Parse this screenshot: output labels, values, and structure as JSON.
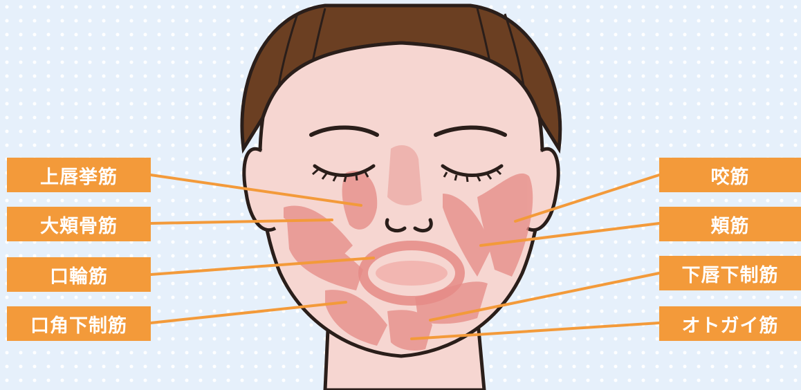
{
  "labels": {
    "left": [
      "上唇挙筋",
      "大頬骨筋",
      "口輪筋",
      "口角下制筋"
    ],
    "right": [
      "咬筋",
      "頬筋",
      "下唇下制筋",
      "オトガイ筋"
    ]
  },
  "colors": {
    "background": "#e6f0fb",
    "label_bg": "#f39a3a",
    "leader_line": "#f39a3a",
    "hair": "#6b3f22",
    "skin": "#f6d6d1",
    "muscle": "#e58b86",
    "outline": "#2a1e1a"
  }
}
